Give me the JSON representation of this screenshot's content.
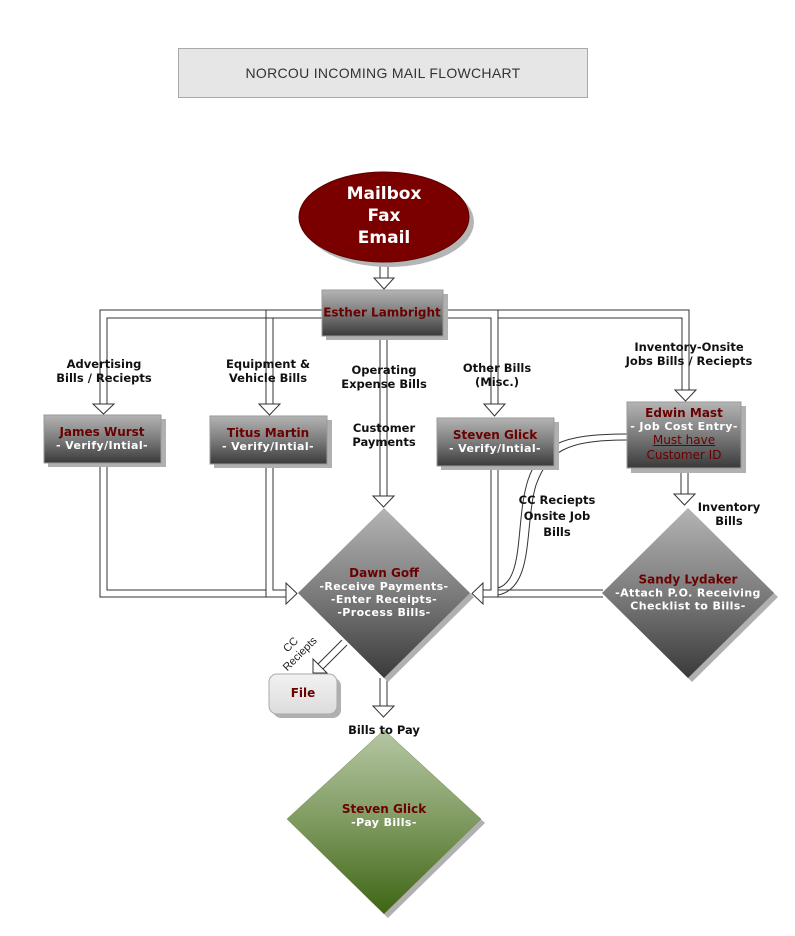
{
  "title": "NORCOU INCOMING MAIL  FLOWCHART",
  "colors": {
    "node_name": "#6b0000",
    "ellipse_fill": "#7a0000",
    "green_fill": "#4c6f1f",
    "title_bg": "#e6e6e6"
  },
  "source": {
    "lines": [
      "Mailbox",
      "Fax",
      "Email"
    ]
  },
  "nodes": {
    "esther": {
      "name": "Esther Lambright"
    },
    "james": {
      "name": "James Wurst",
      "task": "- Verify/Intial-"
    },
    "titus": {
      "name": "Titus Martin",
      "task": "- Verify/Intial-"
    },
    "steven_verify": {
      "name": "Steven Glick",
      "task": "- Verify/Intial-"
    },
    "edwin": {
      "name": "Edwin Mast",
      "task": "- Job Cost Entry-",
      "note_1": "Must have",
      "note_2": "Customer ID"
    },
    "dawn": {
      "name": "Dawn Goff",
      "task_1": "-Receive Payments-",
      "task_2": "-Enter Receipts-",
      "task_3": "-Process Bills-"
    },
    "sandy": {
      "name": "Sandy Lydaker",
      "task_1": "-Attach P.O. Receiving",
      "task_2": "Checklist to Bills-"
    },
    "file": {
      "name": "File"
    },
    "steven_pay": {
      "name": "Steven Glick",
      "task": "-Pay Bills-"
    }
  },
  "edge_labels": {
    "advertising_1": "Advertising",
    "advertising_2": "Bills / Reciepts",
    "equipment_1": "Equipment &",
    "equipment_2": "Vehicle Bills",
    "operating_1": "Operating",
    "operating_2": "Expense Bills",
    "customer_1": "Customer",
    "customer_2": "Payments",
    "other_1": "Other Bills",
    "other_2": "(Misc.)",
    "inventory_onsite_1": "Inventory-Onsite",
    "inventory_onsite_2": "Jobs Bills / Reciepts",
    "cc_onsite_1": "CC Reciepts",
    "cc_onsite_2": "Onsite Job",
    "cc_onsite_3": "Bills",
    "inventory_1": "Inventory",
    "inventory_2": "Bills",
    "cc_file_1": "CC",
    "cc_file_2": "Reciepts",
    "bills_to_pay": "Bills to Pay"
  }
}
